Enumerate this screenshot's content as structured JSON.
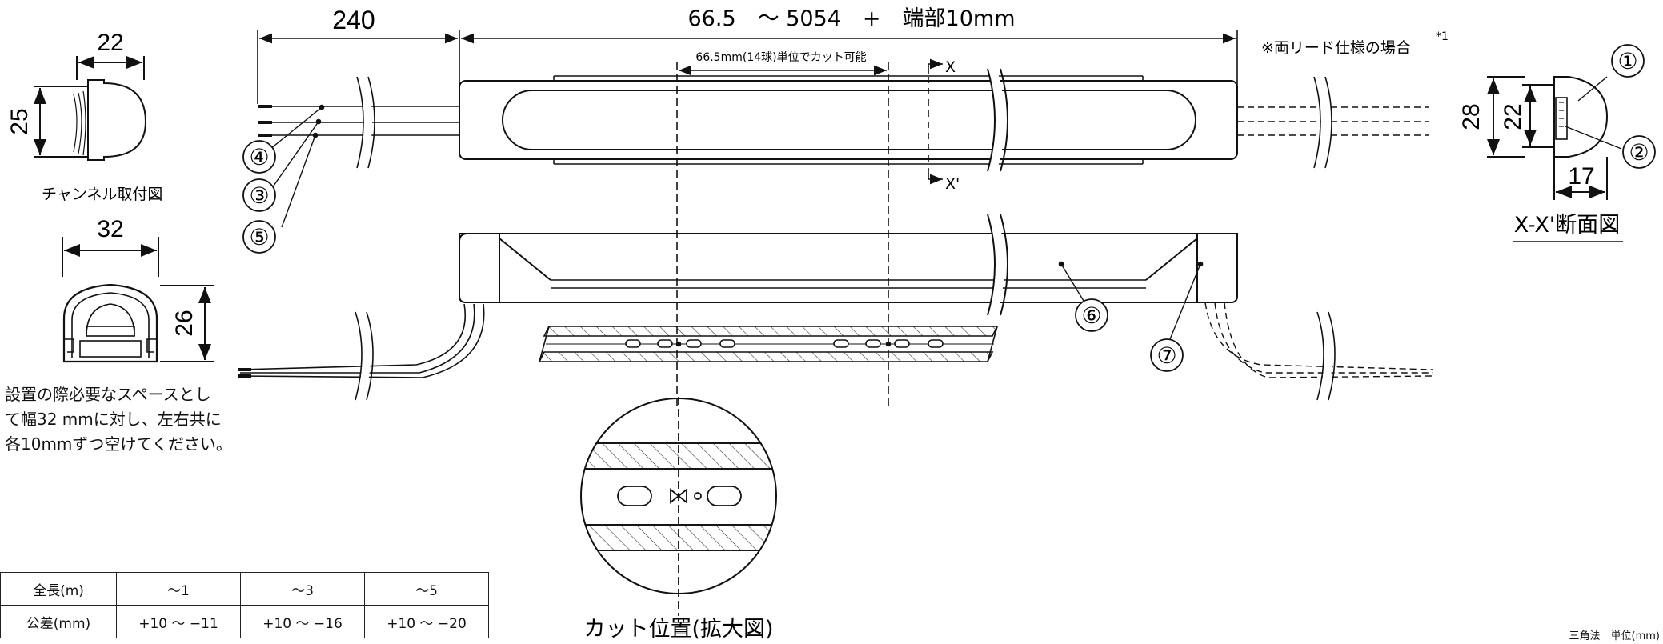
{
  "channel_view": {
    "width_label": "22",
    "height_label": "25",
    "caption": "チャンネル取付図"
  },
  "mount_view": {
    "width_label": "32",
    "height_label": "26"
  },
  "install_note": {
    "line1": "設置の際必要なスペースとし",
    "line2": "て幅32 mmに対し、左右共に",
    "line3": "各10mmずつ空けてください。"
  },
  "top_view": {
    "lead_length": "240",
    "length_range": "66.5　～ 5054　+　端部10mm",
    "cut_unit": "66.5mm(14球)単位でカット可能",
    "section_top": "X",
    "section_bottom": "X'",
    "double_lead_note": "※両リード仕様の場合",
    "double_lead_sup": "*1"
  },
  "callouts": [
    "①",
    "②",
    "③",
    "④",
    "⑤",
    "⑥",
    "⑦"
  ],
  "cross_section": {
    "h_outer": "28",
    "h_inner": "22",
    "depth": "17",
    "caption": "X-X'断面図"
  },
  "detail": {
    "caption": "カット位置(拡大図)"
  },
  "tolerance_table": {
    "header": [
      "全長(m)",
      "～1",
      "～3",
      "～5"
    ],
    "row": [
      "公差(mm)",
      "+10 ～ −11",
      "+10 ～ −16",
      "+10 ～ −20"
    ]
  },
  "footer": "三角法　単位(mm)"
}
